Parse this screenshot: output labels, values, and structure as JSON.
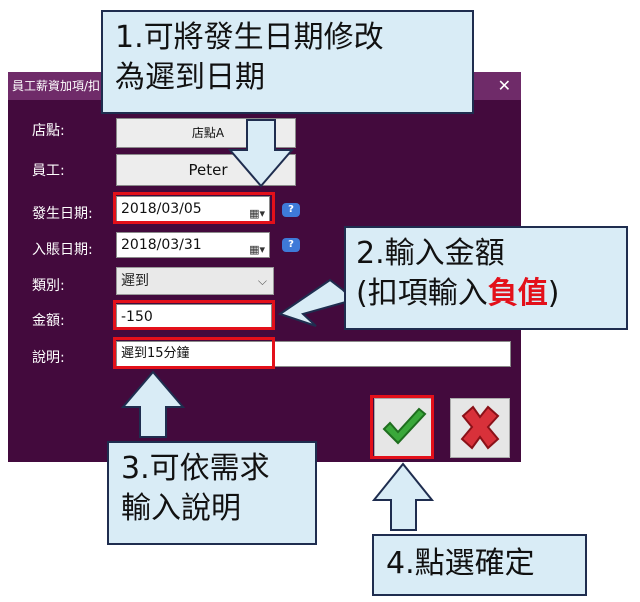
{
  "dialog": {
    "title": "員工薪資加項/扣",
    "close_label": "✕",
    "labels": {
      "store": "店點:",
      "employee": "員工:",
      "occur_date": "發生日期:",
      "posting_date": "入賬日期:",
      "category": "類別:",
      "amount": "金額:",
      "description": "說明:"
    },
    "values": {
      "store": "店點A",
      "employee": "Peter",
      "occur_date": "2018/03/05",
      "posting_date": "2018/03/31",
      "category": "遲到",
      "amount": "-150",
      "description": "遲到15分鐘"
    },
    "help_label": "?",
    "date_button_label": "▦▾",
    "combo_arrow": "⌵"
  },
  "callouts": {
    "c1": {
      "line1": "1.可將發生日期修改",
      "line2": "為遲到日期"
    },
    "c2": {
      "line1": "2.輸入金額",
      "line2_pre": "(扣項輸入",
      "line2_red": "負值",
      "line2_post": ")"
    },
    "c3": {
      "line1": "3.可依需求",
      "line2": "輸入說明"
    },
    "c4": {
      "line1": "4.點選確定"
    }
  },
  "colors": {
    "dialog_bg": "#430a3d",
    "titlebar_bg": "#6f2b69",
    "highlight": "#e3101a",
    "callout_bg": "#d9ecf6",
    "callout_border": "#1f2d4f",
    "ok_check": "#3aa83a",
    "cancel_x": "#d8313a"
  },
  "icons": {
    "ok": "check-icon",
    "cancel": "x-icon"
  }
}
